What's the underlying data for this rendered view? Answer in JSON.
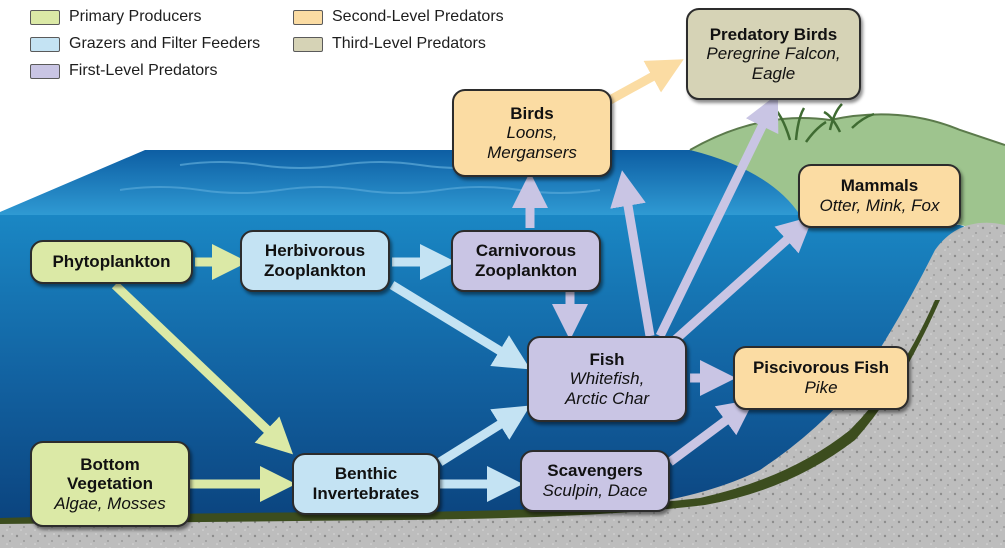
{
  "legend": [
    {
      "label": "Primary Producers",
      "color": "#dbe9a6"
    },
    {
      "label": "Grazers and Filter Feeders",
      "color": "#c4e3f3"
    },
    {
      "label": "First-Level Predators",
      "color": "#c9c5e4"
    },
    {
      "label": "Second-Level Predators",
      "color": "#fbdca3"
    },
    {
      "label": "Third-Level Predators",
      "color": "#d6d3b6"
    }
  ],
  "nodes": {
    "phytoplankton": {
      "title": "Phytoplankton",
      "level": "Primary Producers"
    },
    "bottom_vegetation": {
      "title": "Bottom Vegetation",
      "title_line1": "Bottom",
      "title_line2": "Vegetation",
      "subtitle": "Algae, Mosses",
      "level": "Primary Producers"
    },
    "herbivorous_zooplankton": {
      "title_line1": "Herbivorous",
      "title_line2": "Zooplankton",
      "level": "Grazers and Filter Feeders"
    },
    "benthic_invertebrates": {
      "title_line1": "Benthic",
      "title_line2": "Invertebrates",
      "level": "Grazers and Filter Feeders"
    },
    "carnivorous_zooplankton": {
      "title_line1": "Carnivorous",
      "title_line2": "Zooplankton",
      "level": "First-Level Predators"
    },
    "fish": {
      "title": "Fish",
      "subtitle_line1": "Whitefish,",
      "subtitle_line2": "Arctic Char",
      "level": "First-Level Predators"
    },
    "scavengers": {
      "title": "Scavengers",
      "subtitle": "Sculpin, Dace",
      "level": "First-Level Predators"
    },
    "birds": {
      "title": "Birds",
      "subtitle_line1": "Loons,",
      "subtitle_line2": "Mergansers",
      "level": "Second-Level Predators"
    },
    "mammals": {
      "title": "Mammals",
      "subtitle": "Otter, Mink, Fox",
      "level": "Second-Level Predators"
    },
    "piscivorous_fish": {
      "title": "Piscivorous Fish",
      "subtitle": "Pike",
      "level": "Second-Level Predators"
    },
    "predatory_birds": {
      "title": "Predatory Birds",
      "subtitle_line1": "Peregrine Falcon,",
      "subtitle_line2": "Eagle",
      "level": "Third-Level Predators"
    }
  },
  "flows": [
    {
      "from": "Phytoplankton",
      "to": "Herbivorous Zooplankton"
    },
    {
      "from": "Phytoplankton",
      "to": "Benthic Invertebrates"
    },
    {
      "from": "Bottom Vegetation",
      "to": "Benthic Invertebrates"
    },
    {
      "from": "Herbivorous Zooplankton",
      "to": "Carnivorous Zooplankton"
    },
    {
      "from": "Herbivorous Zooplankton",
      "to": "Fish"
    },
    {
      "from": "Carnivorous Zooplankton",
      "to": "Birds"
    },
    {
      "from": "Carnivorous Zooplankton",
      "to": "Fish"
    },
    {
      "from": "Benthic Invertebrates",
      "to": "Fish"
    },
    {
      "from": "Benthic Invertebrates",
      "to": "Scavengers"
    },
    {
      "from": "Fish",
      "to": "Birds"
    },
    {
      "from": "Fish",
      "to": "Predatory Birds"
    },
    {
      "from": "Fish",
      "to": "Mammals"
    },
    {
      "from": "Fish",
      "to": "Piscivorous Fish"
    },
    {
      "from": "Scavengers",
      "to": "Piscivorous Fish"
    },
    {
      "from": "Birds",
      "to": "Predatory Birds"
    }
  ]
}
